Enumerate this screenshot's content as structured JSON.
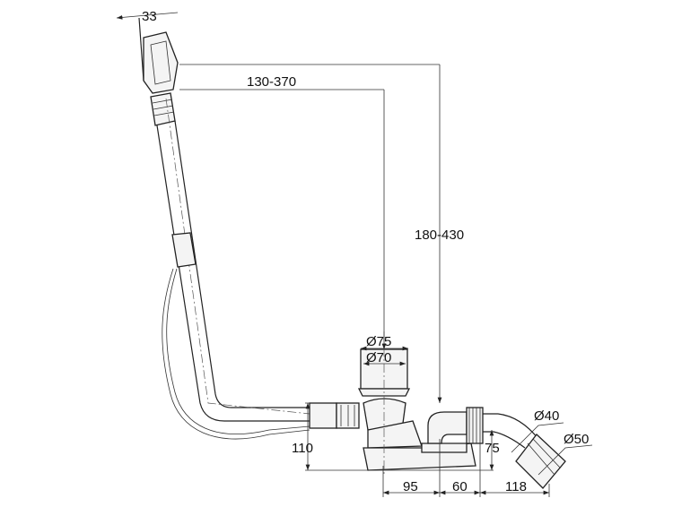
{
  "drawing": {
    "dimensions": {
      "overflow_width": "33",
      "horizontal_reach": "130-370",
      "vertical_height": "180-430",
      "outer_diameter": "Ø75",
      "inner_diameter": "Ø70",
      "height_total": "110",
      "trap_height": "75",
      "outlet_diameter_small": "Ø40",
      "outlet_diameter_large": "Ø50",
      "offset_1": "95",
      "offset_2": "60",
      "offset_3": "118"
    },
    "colors": {
      "line": "#222222",
      "background": "#ffffff"
    }
  }
}
